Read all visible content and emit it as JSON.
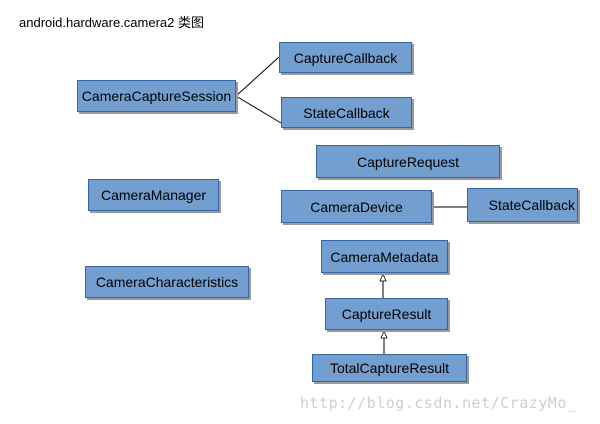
{
  "diagram": {
    "title": "android.hardware.camera2 类图",
    "nodes": {
      "camera_capture_session": "CameraCaptureSession",
      "capture_callback": "CaptureCallback",
      "session_state_callback": "StateCallback",
      "capture_request": "CaptureRequest",
      "camera_manager": "CameraManager",
      "camera_device": "CameraDevice",
      "device_state_callback": "StateCallback",
      "camera_metadata": "CameraMetadata",
      "camera_characteristics": "CameraCharacteristics",
      "capture_result": "CaptureResult",
      "total_capture_result": "TotalCaptureResult"
    },
    "edges": [
      {
        "from": "camera_capture_session",
        "to": "capture_callback",
        "type": "association"
      },
      {
        "from": "camera_capture_session",
        "to": "session_state_callback",
        "type": "association"
      },
      {
        "from": "camera_device",
        "to": "device_state_callback",
        "type": "association"
      },
      {
        "from": "capture_result",
        "to": "camera_metadata",
        "type": "inheritance"
      },
      {
        "from": "total_capture_result",
        "to": "capture_result",
        "type": "inheritance"
      }
    ],
    "colors": {
      "node_fill": "#729fcf",
      "node_border": "#3465a4",
      "line": "#000000"
    }
  },
  "watermark": "http://blog.csdn.net/CrazyMo_"
}
